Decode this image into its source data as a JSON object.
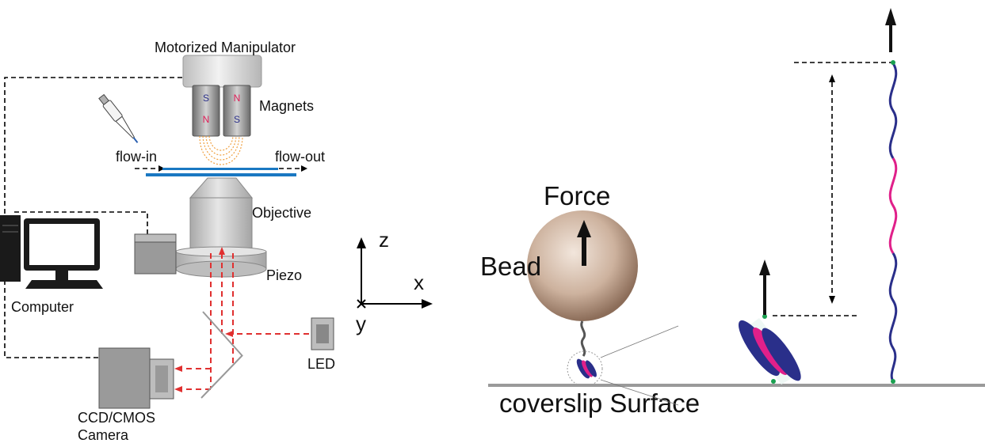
{
  "setup": {
    "manipulator": "Motorized Manipulator",
    "magnets": "Magnets",
    "pole_s": "S",
    "pole_n": "N",
    "flow_in": "flow-in",
    "flow_out": "flow-out",
    "objective": "Objective",
    "piezo": "Piezo",
    "computer": "Computer",
    "camera_line1": "CCD/CMOS",
    "camera_line2": "Camera",
    "led": "LED",
    "axis_z": "z",
    "axis_x": "x",
    "axis_y": "y"
  },
  "tether": {
    "force": "Force",
    "bead": "Bead",
    "surface": "coverslip Surface"
  },
  "colors": {
    "coverslip": "#1a78c2",
    "magnet_n": "#e0205a",
    "magnet_s": "#2a2f8a",
    "dna_blue": "#2a2f8a",
    "dna_pink": "#e0208a",
    "light_path": "#e03030",
    "field_lines": "#f0a040",
    "surface_line": "#9a9a9a",
    "anchor": "#1aa050"
  }
}
